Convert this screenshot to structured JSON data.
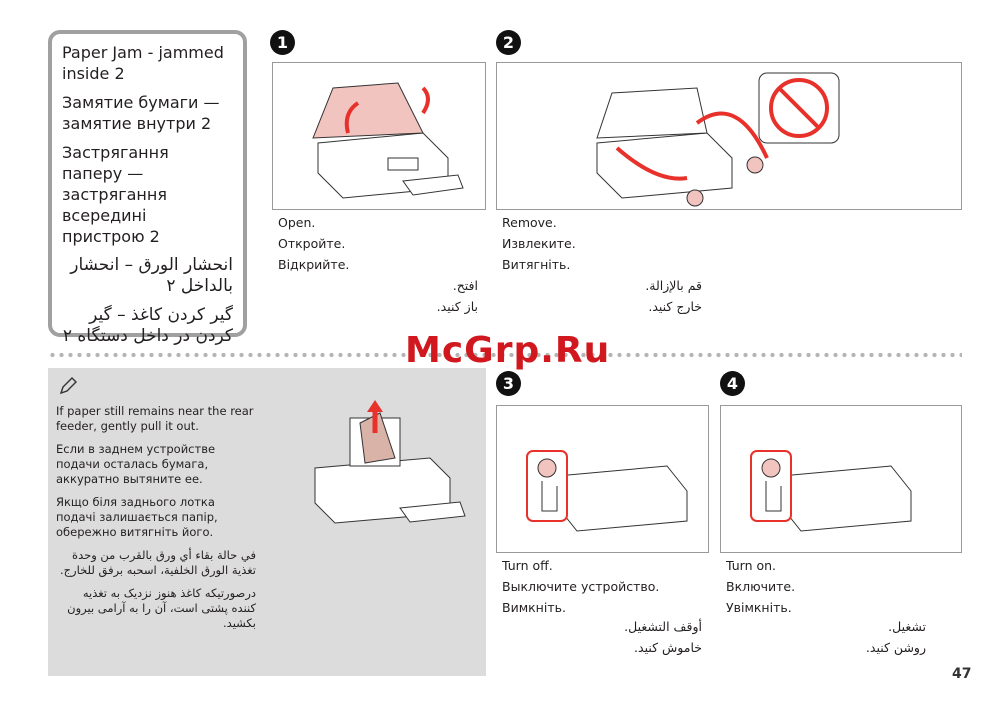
{
  "title": {
    "en": "Paper Jam - jammed inside 2",
    "ru": "Замятие бумаги — замятие внутри 2",
    "uk": "Застрягання паперу — застрягання всередині пристрою 2",
    "ar": "انحشار الورق – انحشار بالداخل ٢",
    "fa": "گیر کردن کاغذ – گیر کردن در داخل دستگاه ٢"
  },
  "steps": [
    {
      "num": "1",
      "en": "Open.",
      "ru": "Откройте.",
      "uk": "Відкрийте.",
      "ar": "افتح.",
      "fa": "باز کنید."
    },
    {
      "num": "2",
      "en": "Remove.",
      "ru": "Извлеките.",
      "uk": "Витягніть.",
      "ar": "قم بالإزالة.",
      "fa": "خارج کنید."
    },
    {
      "num": "3",
      "en": "Turn off.",
      "ru": "Выключите устройство.",
      "uk": "Вимкніть.",
      "ar": "أوقف التشغيل.",
      "fa": "خاموش کنید."
    },
    {
      "num": "4",
      "en": "Turn on.",
      "ru": "Включите.",
      "uk": "Увімкніть.",
      "ar": "تشغيل.",
      "fa": "روشن کنید."
    }
  ],
  "note": {
    "icon": "pencil-icon",
    "en": "If paper still remains near the rear feeder, gently pull it out.",
    "ru": "Если в заднем устройстве подачи осталась бумага, аккуратно вытяните ее.",
    "uk": "Якщо біля заднього лотка подачі залишається папір, обережно витягніть його.",
    "ar": "في حالة بقاء أي ورق بالقرب من وحدة تغذية الورق الخلفية، اسحبه برفق للخارج.",
    "fa": "درصورتیکه کاغذ هنوز نزدیک به تغذیه کننده پشتی است، آن را به آرامی بیرون بکشید."
  },
  "watermark": "McGrp.Ru",
  "page_number": "47",
  "colors": {
    "accent": "#e8312a",
    "lid": "#f2c4c0",
    "note_bg": "#dcdcdd"
  }
}
